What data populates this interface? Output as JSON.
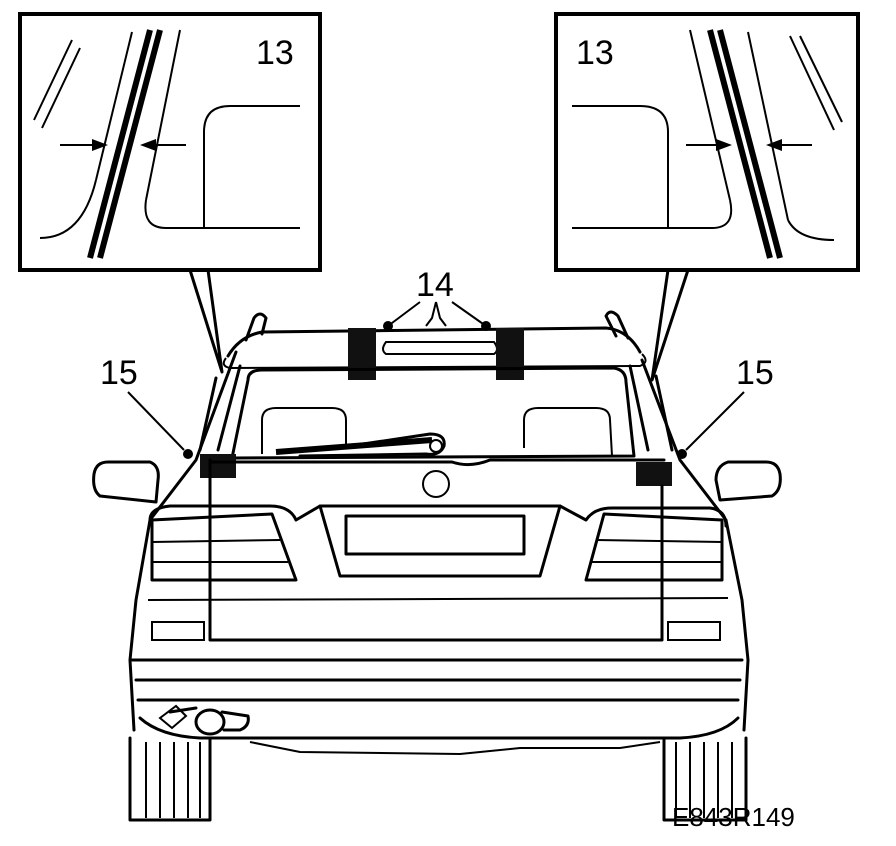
{
  "labels": {
    "detail_left": "13",
    "detail_right": "13",
    "center_marker": "14",
    "left_marker": "15",
    "right_marker": "15",
    "figure_code": "E843R149"
  }
}
